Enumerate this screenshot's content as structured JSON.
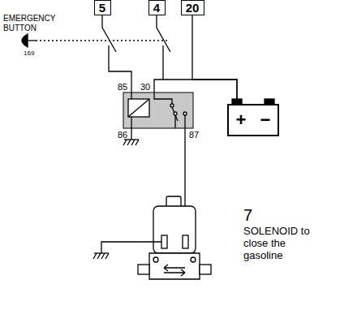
{
  "diagram": {
    "nodes": [
      {
        "text": [
          "5"
        ]
      },
      {
        "text": [
          "4"
        ]
      },
      {
        "text": [
          "20"
        ]
      },
      {
        "text": [
          "+",
          "−"
        ]
      }
    ],
    "edges": [
      {
        "from": 1,
        "to": 3,
        "arrow": "none"
      },
      {
        "from": 2,
        "to": 3,
        "arrow": "none"
      }
    ],
    "labels": [
      "EMERGENCY BUTTON",
      "169",
      "85",
      "30",
      "86",
      "87",
      "7",
      "SOLENOID to close the gasoline"
    ]
  }
}
